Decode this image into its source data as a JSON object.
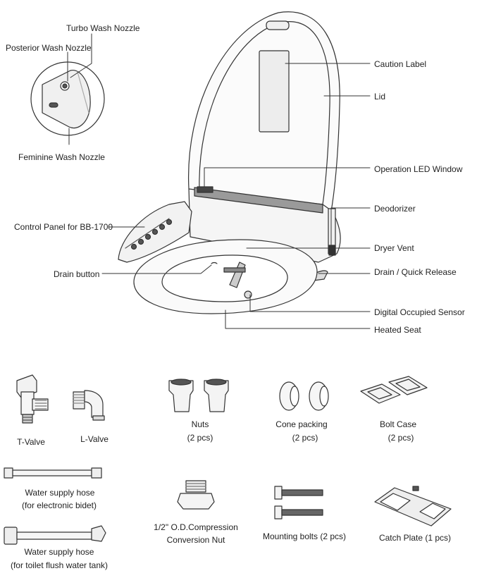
{
  "labels": {
    "turbo_wash_nozzle": "Turbo Wash Nozzle",
    "posterior_wash_nozzle": "Posterior Wash Nozzle",
    "feminine_wash_nozzle": "Feminine Wash Nozzle",
    "control_panel": "Control Panel for BB-1700",
    "drain_button": "Drain button",
    "caution_label": "Caution Label",
    "lid": "Lid",
    "operation_led_window": "Operation LED Window",
    "deodorizer": "Deodorizer",
    "dryer_vent": "Dryer Vent",
    "drain_quick_release": "Drain / Quick Release",
    "digital_occupied_sensor": "Digital Occupied Sensor",
    "heated_seat": "Heated Seat"
  },
  "parts": {
    "t_valve": "T-Valve",
    "l_valve": "L-Valve",
    "nuts": "Nuts",
    "nuts_qty": "(2 pcs)",
    "cone_packing": "Cone packing",
    "cone_packing_qty": "(2 pcs)",
    "bolt_case": "Bolt Case",
    "bolt_case_qty": "(2 pcs)",
    "hose_bidet": "Water supply hose",
    "hose_bidet_sub": "(for electronic bidet)",
    "conversion_nut": "1/2\" O.D.Compression",
    "conversion_nut_sub": "Conversion Nut",
    "mounting_bolts": "Mounting bolts (2 pcs)",
    "catch_plate": "Catch Plate (1 pcs)",
    "hose_tank": "Water supply hose",
    "hose_tank_sub": "(for toilet flush water tank)"
  },
  "colors": {
    "line": "#333333",
    "fill": "#f4f4f4",
    "dark": "#555555"
  }
}
